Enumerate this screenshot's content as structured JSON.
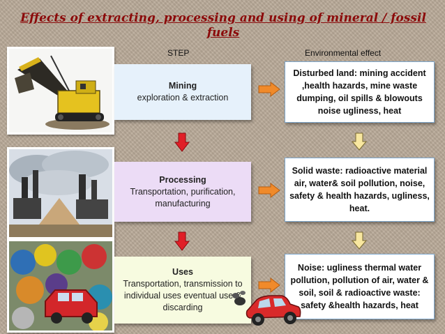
{
  "title": "Effects of extracting, processing and using of mineral / fossil fuels",
  "columns": {
    "step": "STEP",
    "effect": "Environmental effect"
  },
  "steps": [
    {
      "name": "Mining",
      "description": "exploration & extraction"
    },
    {
      "name": "Processing",
      "description": "Transportation, purification, manufacturing"
    },
    {
      "name": "Uses",
      "description": "Transportation, transmission to individual uses eventual use & discarding"
    }
  ],
  "effects": [
    "Disturbed land: mining accident ,health hazards, mine waste dumping, oil spills & blowouts noise ugliness, heat",
    "Solid waste: radioactive material air, water& soil pollution, noise, safety & health hazards, ugliness, heat.",
    "Noise: ugliness thermal water pollution, pollution of air, water & soil, soil & radioactive waste: safety &health hazards, heat"
  ],
  "colors": {
    "title": "#8b0a0a",
    "step_mining_bg": "#e6f1fb",
    "step_processing_bg": "#ecdcf6",
    "step_uses_bg": "#f7fbe0",
    "effect_border": "#7fa9cf",
    "arrow_right": "#f08a2a",
    "arrow_down_red": "#e01f27",
    "arrow_down_yellow": "#f8e7a0"
  },
  "icons": {
    "mining_photo": "excavator-icon",
    "processing_photo": "smokestack-factory-icon",
    "uses_photo": "scrap-car-pile-icon",
    "car_clipart": "red-car-icon"
  }
}
